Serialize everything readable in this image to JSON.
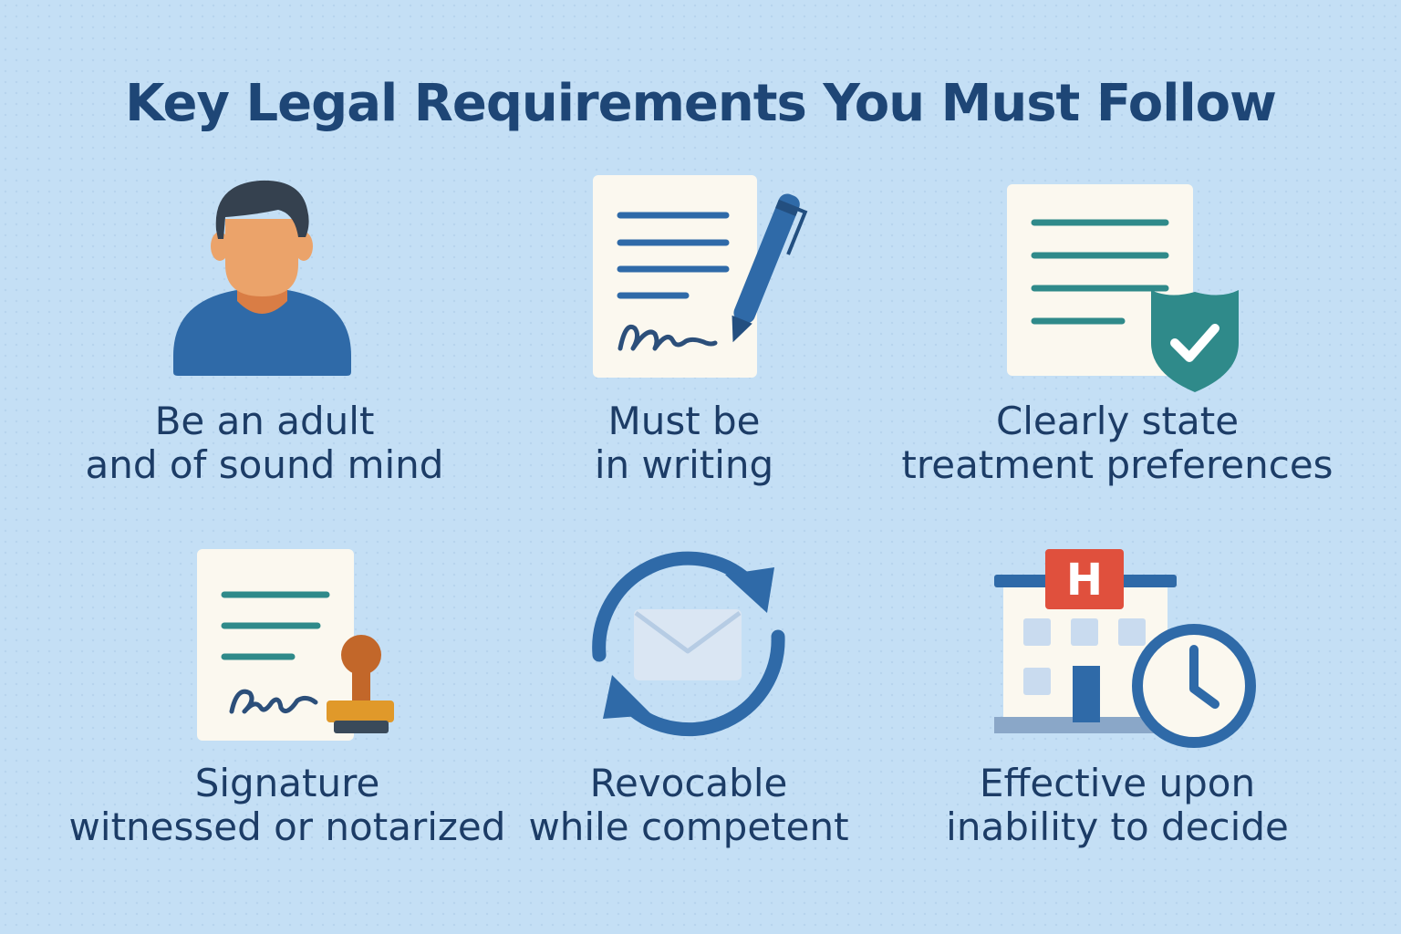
{
  "title": "Key Legal Requirements You Must Follow",
  "colors": {
    "background": "#c4dff5",
    "title": "#1e4676",
    "caption": "#1c3c66",
    "blue": "#2f6aa8",
    "teal": "#2f8a8a",
    "paper": "#fbf8ef",
    "hospital_red": "#e0503d",
    "stamp_orange": "#e0992a",
    "stamp_brown": "#c2672a"
  },
  "requirements": [
    {
      "icon": "person-icon",
      "line1": "Be an adult",
      "line2": "and of sound mind"
    },
    {
      "icon": "signed-document-pen-icon",
      "line1": "Must be",
      "line2": "in writing"
    },
    {
      "icon": "document-shield-check-icon",
      "line1": "Clearly state",
      "line2": "treatment preferences"
    },
    {
      "icon": "document-stamp-icon",
      "line1": "Signature",
      "line2": "witnessed or notarized"
    },
    {
      "icon": "envelope-cycle-icon",
      "line1": "Revocable",
      "line2": "while competent"
    },
    {
      "icon": "hospital-clock-icon",
      "line1": "Effective upon",
      "line2": "inability to decide"
    }
  ],
  "hospital_sign_letter": "H"
}
